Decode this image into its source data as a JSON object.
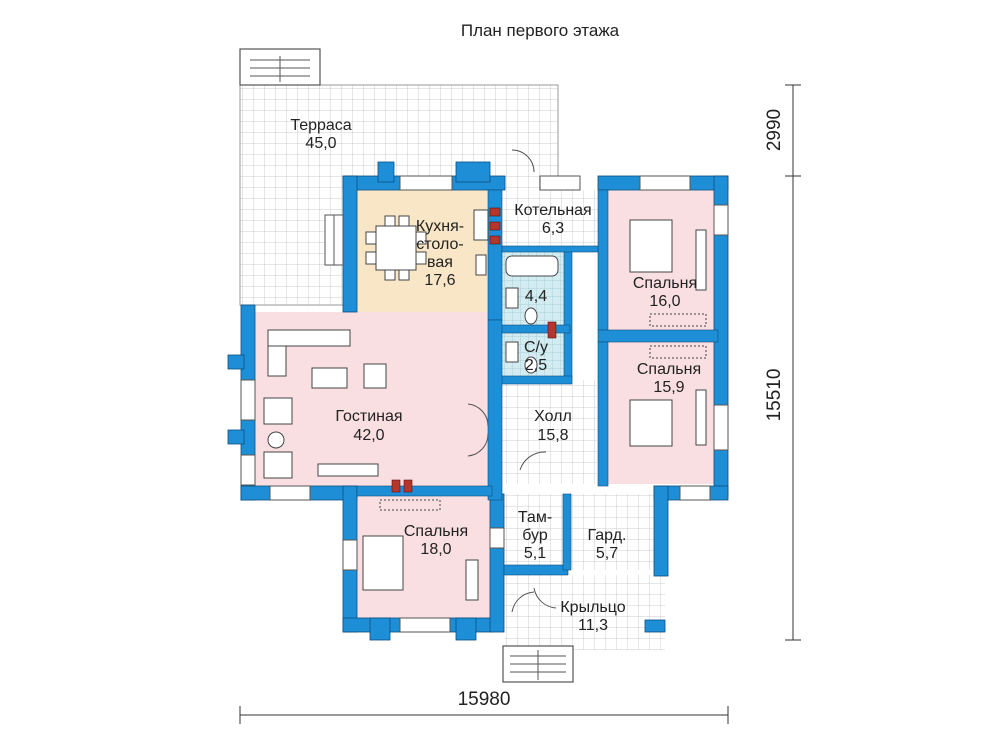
{
  "title": "План первого этажа",
  "dimensions": {
    "width_total": "15980",
    "height_total": "15510",
    "terrace_depth": "2990"
  },
  "rooms": [
    {
      "id": "terrace",
      "name": "Терраса",
      "area": "45,0"
    },
    {
      "id": "kitchen",
      "name_lines": [
        "Кухня-",
        "столо-",
        "вая"
      ],
      "area": "17,6"
    },
    {
      "id": "boiler",
      "name": "Котельная",
      "area": "6,3"
    },
    {
      "id": "bath",
      "name": "",
      "area": "4,4"
    },
    {
      "id": "wc",
      "name": "С/у",
      "area": "2,5"
    },
    {
      "id": "living",
      "name": "Гостиная",
      "area": "42,0"
    },
    {
      "id": "hall",
      "name": "Холл",
      "area": "15,8"
    },
    {
      "id": "bed1",
      "name": "Спальня",
      "area": "16,0"
    },
    {
      "id": "bed2",
      "name": "Спальня",
      "area": "15,9"
    },
    {
      "id": "bed3",
      "name": "Спальня",
      "area": "18,0"
    },
    {
      "id": "vestibule",
      "name_lines": [
        "Там-",
        "бур"
      ],
      "area": "5,1"
    },
    {
      "id": "wardrobe",
      "name": "Гард.",
      "area": "5,7"
    },
    {
      "id": "porch",
      "name": "Крыльцо",
      "area": "11,3"
    }
  ],
  "colors": {
    "wall": "#1e8fd6",
    "living_fill": "#f9dfe2",
    "bedroom_fill": "#f9dfe2",
    "kitchen_fill": "#f8e6c6",
    "wet_fill": "#d3ecf1",
    "tile_grid": "#c8cdd2",
    "floor": "#ffffff",
    "chimney": "#b3372c"
  }
}
